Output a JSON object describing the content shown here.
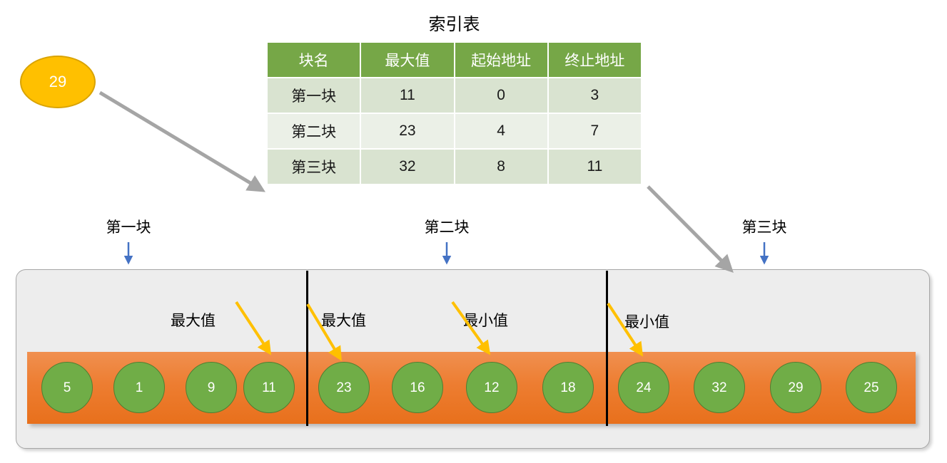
{
  "search_key": {
    "label": "29"
  },
  "index_table": {
    "title": "索引表",
    "columns": [
      "块名",
      "最大值",
      "起始地址",
      "终止地址"
    ],
    "rows": [
      {
        "block": "第一块",
        "max": "11",
        "start": "0",
        "end": "3"
      },
      {
        "block": "第二块",
        "max": "23",
        "start": "4",
        "end": "7"
      },
      {
        "block": "第三块",
        "max": "32",
        "start": "8",
        "end": "11"
      }
    ]
  },
  "blocks": {
    "captions": [
      "第一块",
      "第二块",
      "第三块"
    ]
  },
  "annotations": {
    "labels": [
      "最大值",
      "最大值",
      "最小值",
      "最小值"
    ]
  },
  "array": {
    "values": [
      "5",
      "1",
      "9",
      "11",
      "23",
      "16",
      "12",
      "18",
      "24",
      "32",
      "29",
      "25"
    ]
  },
  "colors": {
    "key_fill": "#FFC000",
    "key_stroke": "#D9A300",
    "table_header": "#76A747",
    "table_row_odd": "#D9E3D0",
    "table_row_even": "#EBF0E7",
    "array_bar": "#ED7D31",
    "record_fill": "#70AD47",
    "record_stroke": "#507E32",
    "panel_fill": "#EDEDED",
    "panel_stroke": "#A6A6A6",
    "pointer_arrow": "#A5A5A5",
    "block_arrow": "#4472C4",
    "anno_arrow": "#FFC000",
    "divider": "#000000"
  }
}
